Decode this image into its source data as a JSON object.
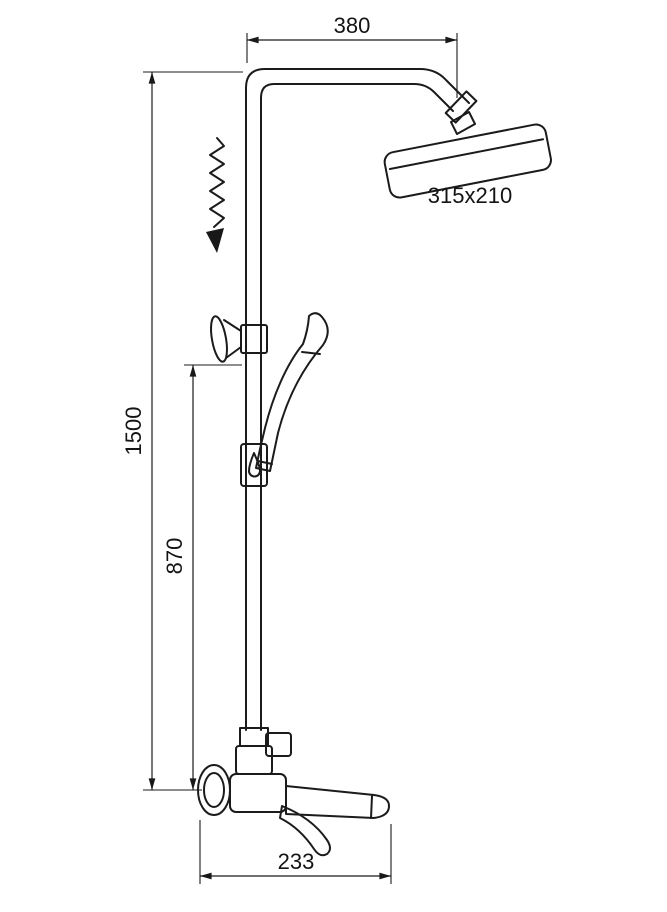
{
  "colors": {
    "line": "#1b1b1b",
    "background": "#ffffff"
  },
  "dimensions": {
    "top_width": "380",
    "head_size": "315x210",
    "total_height": "1500",
    "bracket_height": "870",
    "spout_width": "233"
  }
}
